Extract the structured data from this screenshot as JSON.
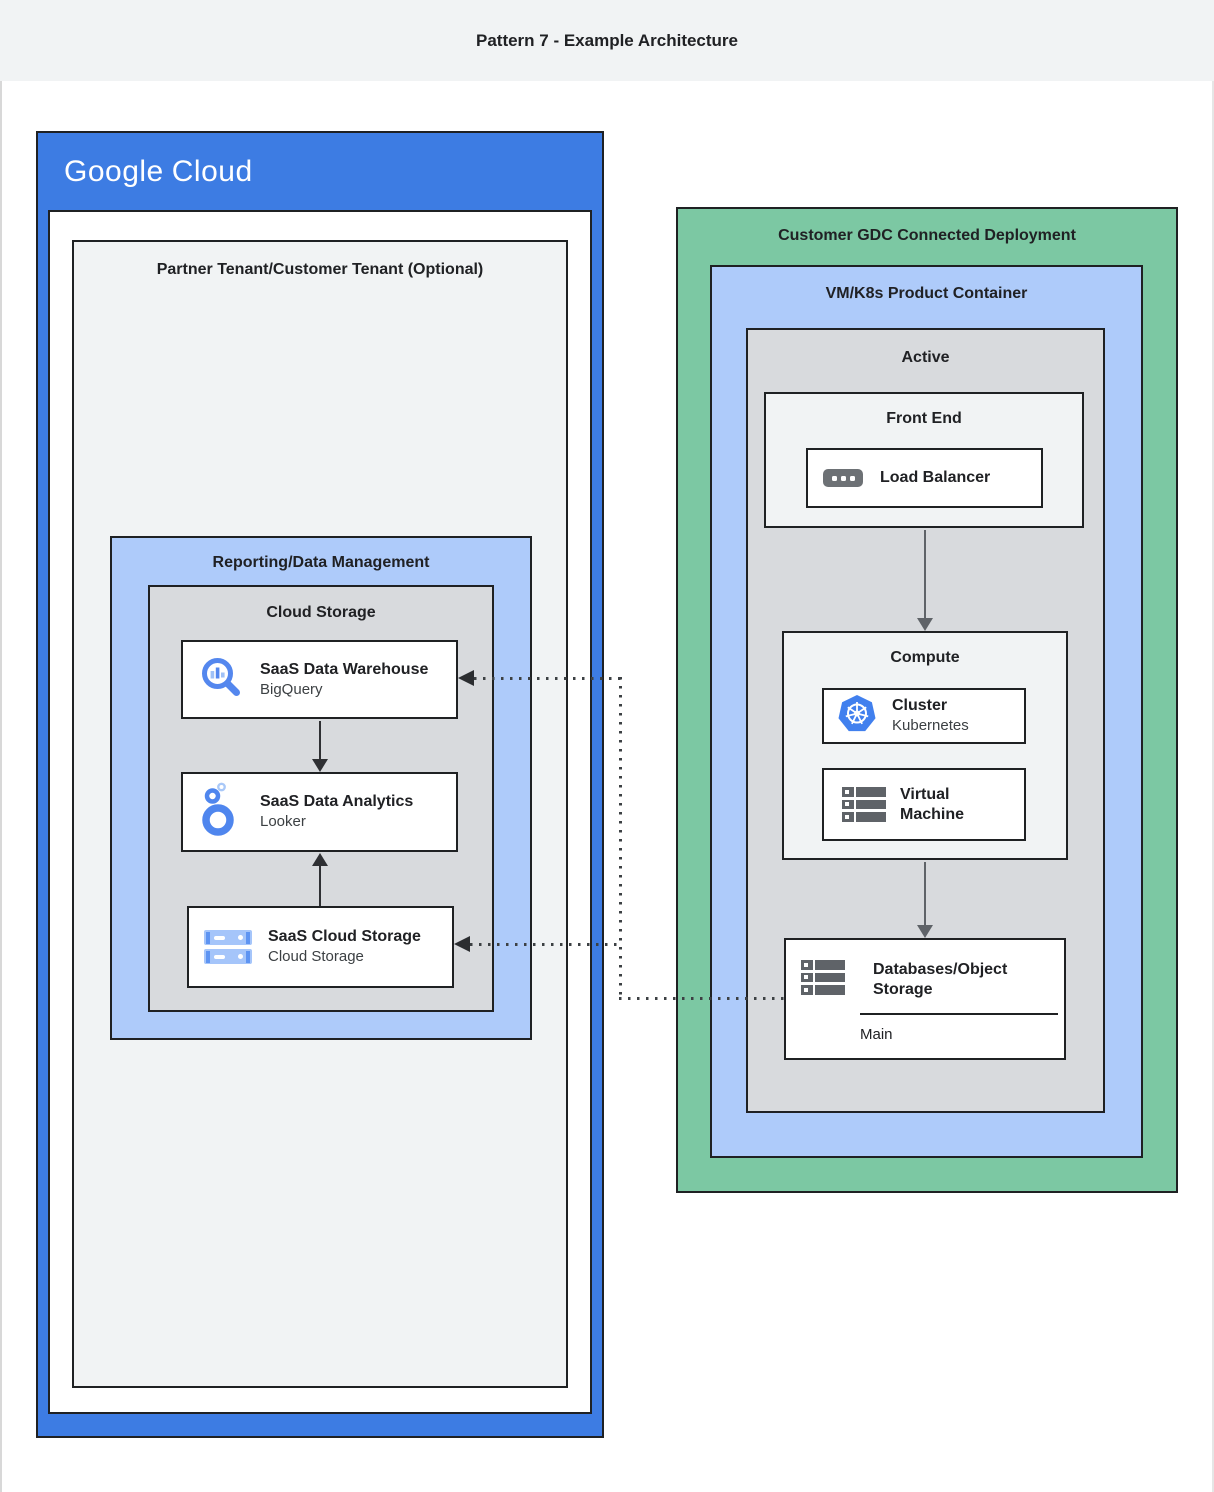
{
  "page": {
    "title": "Pattern 7 - Example Architecture"
  },
  "colors": {
    "header_band": "#f1f3f4",
    "google_cloud_blue": "#3d7ce3",
    "container_light_blue": "#aecbfa",
    "container_gray": "#d8dadd",
    "container_light": "#f1f3f4",
    "gdc_green": "#7cc8a3",
    "border_dark": "#1f2123",
    "icon_blue": "#4f86ee",
    "icon_gray": "#5f6368"
  },
  "gcp": {
    "logo": {
      "google": "Google",
      "cloud": "Cloud"
    },
    "partner_tenant_title": "Partner Tenant/Customer Tenant (Optional)",
    "reporting_title": "Reporting/Data Management",
    "cloud_storage_title": "Cloud Storage",
    "cards": [
      {
        "title": "SaaS Data Warehouse",
        "subtitle": "BigQuery",
        "icon": "bigquery-icon"
      },
      {
        "title": "SaaS Data Analytics",
        "subtitle": "Looker",
        "icon": "looker-icon"
      },
      {
        "title": "SaaS Cloud Storage",
        "subtitle": "Cloud Storage",
        "icon": "cloud-storage-icon"
      }
    ]
  },
  "gdc": {
    "title": "Customer GDC Connected Deployment",
    "vmk8s_title": "VM/K8s Product Container",
    "active_title": "Active",
    "front_end_title": "Front End",
    "load_balancer_label": "Load Balancer",
    "load_balancer_icon": "load-balancer-icon",
    "compute_title": "Compute",
    "cluster_title": "Cluster",
    "cluster_subtitle": "Kubernetes",
    "cluster_icon": "kubernetes-icon",
    "vm_label": "Virtual Machine",
    "vm_icon": "virtual-machine-icon",
    "db_title": "Databases/Object Storage",
    "db_icon": "storage-server-icon",
    "db_main_label": "Main"
  }
}
